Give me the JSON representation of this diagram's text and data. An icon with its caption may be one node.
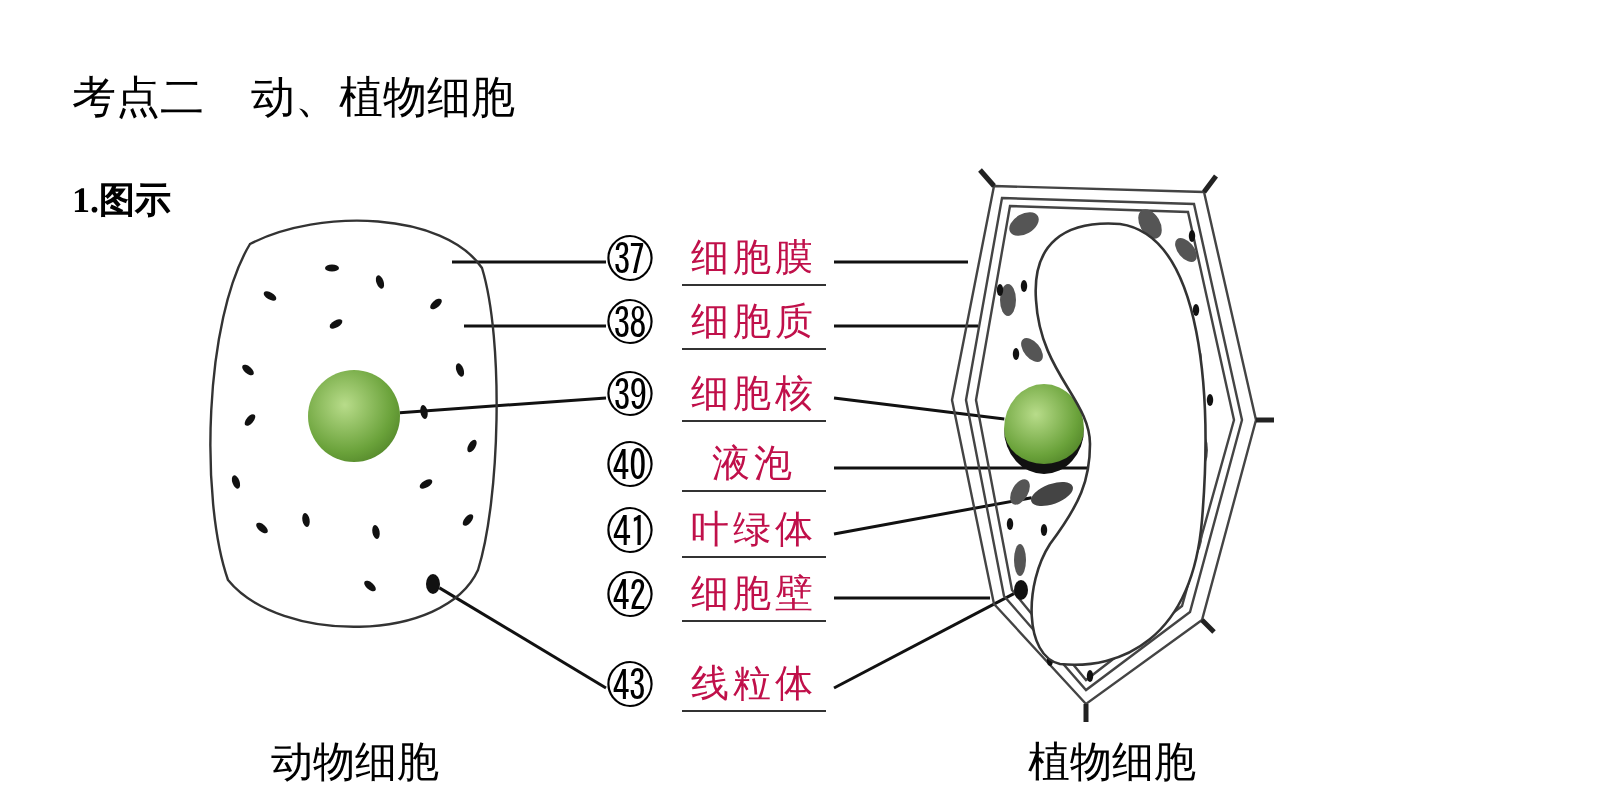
{
  "diagram": {
    "title": "考点二 动、植物细胞",
    "nodes": [
      {
        "text": [
          "动物细胞"
        ]
      },
      {
        "text": [],
        "shape": "circle",
        "in": 0
      },
      {
        "text": [],
        "shape": "dot",
        "in": 0
      },
      {
        "text": [
          "㊲",
          "细胞膜"
        ]
      },
      {
        "text": [
          "㊳",
          "细胞质"
        ]
      },
      {
        "text": [
          "㊴",
          "细胞核"
        ]
      },
      {
        "text": [
          "㊵",
          "液泡"
        ]
      },
      {
        "text": [
          "㊶",
          "叶绿体"
        ]
      },
      {
        "text": [
          "㊷",
          "细胞壁"
        ]
      },
      {
        "text": [
          "㊸",
          "线粒体"
        ]
      },
      {
        "text": [
          "植物细胞"
        ]
      },
      {
        "text": [],
        "shape": "circle",
        "in": 10
      },
      {
        "text": [],
        "shape": "ellipse",
        "in": 10
      },
      {
        "text": [],
        "shape": "ellipse",
        "in": 10
      },
      {
        "text": [],
        "shape": "dot",
        "in": 10
      }
    ],
    "edges": [
      {
        "from": 3,
        "to": 0,
        "arrow": "none"
      },
      {
        "from": 3,
        "to": 10,
        "arrow": "none"
      },
      {
        "from": 4,
        "to": 0,
        "arrow": "none"
      },
      {
        "from": 4,
        "to": 10,
        "arrow": "none"
      },
      {
        "from": 5,
        "to": 1,
        "arrow": "none"
      },
      {
        "from": 5,
        "to": 11,
        "arrow": "none"
      },
      {
        "from": 6,
        "to": 12,
        "arrow": "none"
      },
      {
        "from": 7,
        "to": 13,
        "arrow": "none"
      },
      {
        "from": 8,
        "to": 10,
        "arrow": "none"
      },
      {
        "from": 9,
        "to": 2,
        "arrow": "none"
      },
      {
        "from": 9,
        "to": 14,
        "arrow": "none"
      }
    ],
    "labels": [
      "1.图示"
    ]
  }
}
